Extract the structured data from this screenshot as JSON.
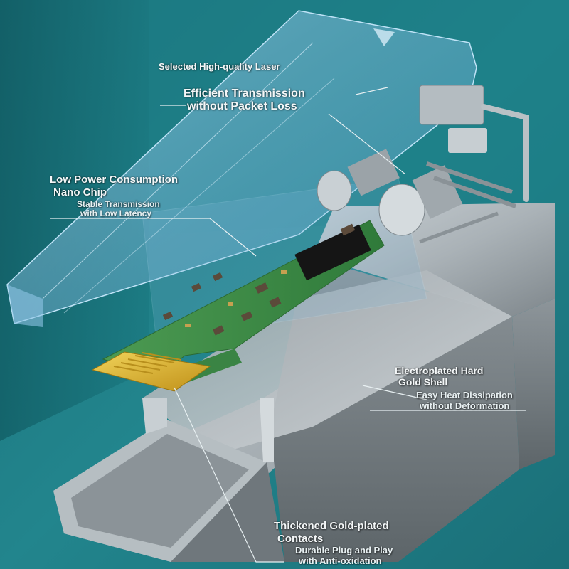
{
  "colors": {
    "background": "#1e7d85",
    "accent_gold": "#d7b32a",
    "pcb_green": "#3f8a45",
    "shell_silver": "#9aa3a8",
    "housing_blue": "#7fb6d8"
  },
  "callouts": {
    "laser": {
      "line1": "Selected High-quality Laser"
    },
    "transmission": {
      "line1": "Efficient Transmission",
      "line2": "without Packet Loss"
    },
    "chip": {
      "title1": "Low Power Consumption",
      "title2": "Nano Chip",
      "sub1": "Stable Transmission",
      "sub2": "with Low Latency"
    },
    "shell": {
      "title1": "Electroplated Hard",
      "title2": "Gold Shell",
      "sub1": "Easy Heat Dissipation",
      "sub2": "without Deformation"
    },
    "contacts": {
      "title1": "Thickened Gold-plated",
      "title2": "Contacts",
      "sub1": "Durable Plug and Play",
      "sub2": "with Anti-oxidation"
    }
  }
}
